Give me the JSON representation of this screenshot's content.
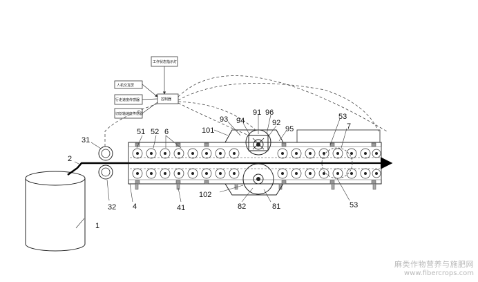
{
  "boxes": {
    "indicator_light": "工作状态指示灯",
    "hmi": "人机交互屏",
    "travel_speed_sensor": "行走速度传感器",
    "cutting_speed_sensor": "切割轴速度传感器",
    "controller": "控制器"
  },
  "labels": {
    "l1": "1",
    "l2": "2",
    "l31": "31",
    "l32": "32",
    "l4": "4",
    "l41": "41",
    "l51": "51",
    "l52": "52",
    "l6": "6",
    "l101": "101",
    "l102": "102",
    "l93": "93",
    "l94": "94",
    "l91": "91",
    "l96": "96",
    "l92": "92",
    "l95": "95",
    "l82": "82",
    "l81": "81",
    "l53a": "53",
    "l7": "7",
    "l53b": "53"
  },
  "watermark": {
    "line1": "麻类作物营养与施肥网",
    "line2": "www.fibercrops.com"
  }
}
